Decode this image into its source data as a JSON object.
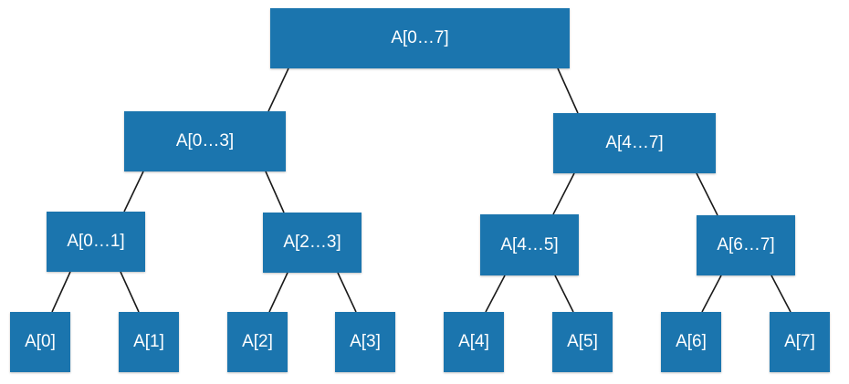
{
  "colors": {
    "node_fill": "#1b75ae",
    "edge": "#1a1a1a",
    "label": "#ffffff",
    "background": "#ffffff"
  },
  "tree": {
    "root": "A[0…7]",
    "level1": [
      "A[0…3]",
      "A[4…7]"
    ],
    "level2": [
      "A[0…1]",
      "A[2…3]",
      "A[4…5]",
      "A[6…7]"
    ],
    "leaves": [
      "A[0]",
      "A[1]",
      "A[2]",
      "A[3]",
      "A[4]",
      "A[5]",
      "A[6]",
      "A[7]"
    ]
  }
}
